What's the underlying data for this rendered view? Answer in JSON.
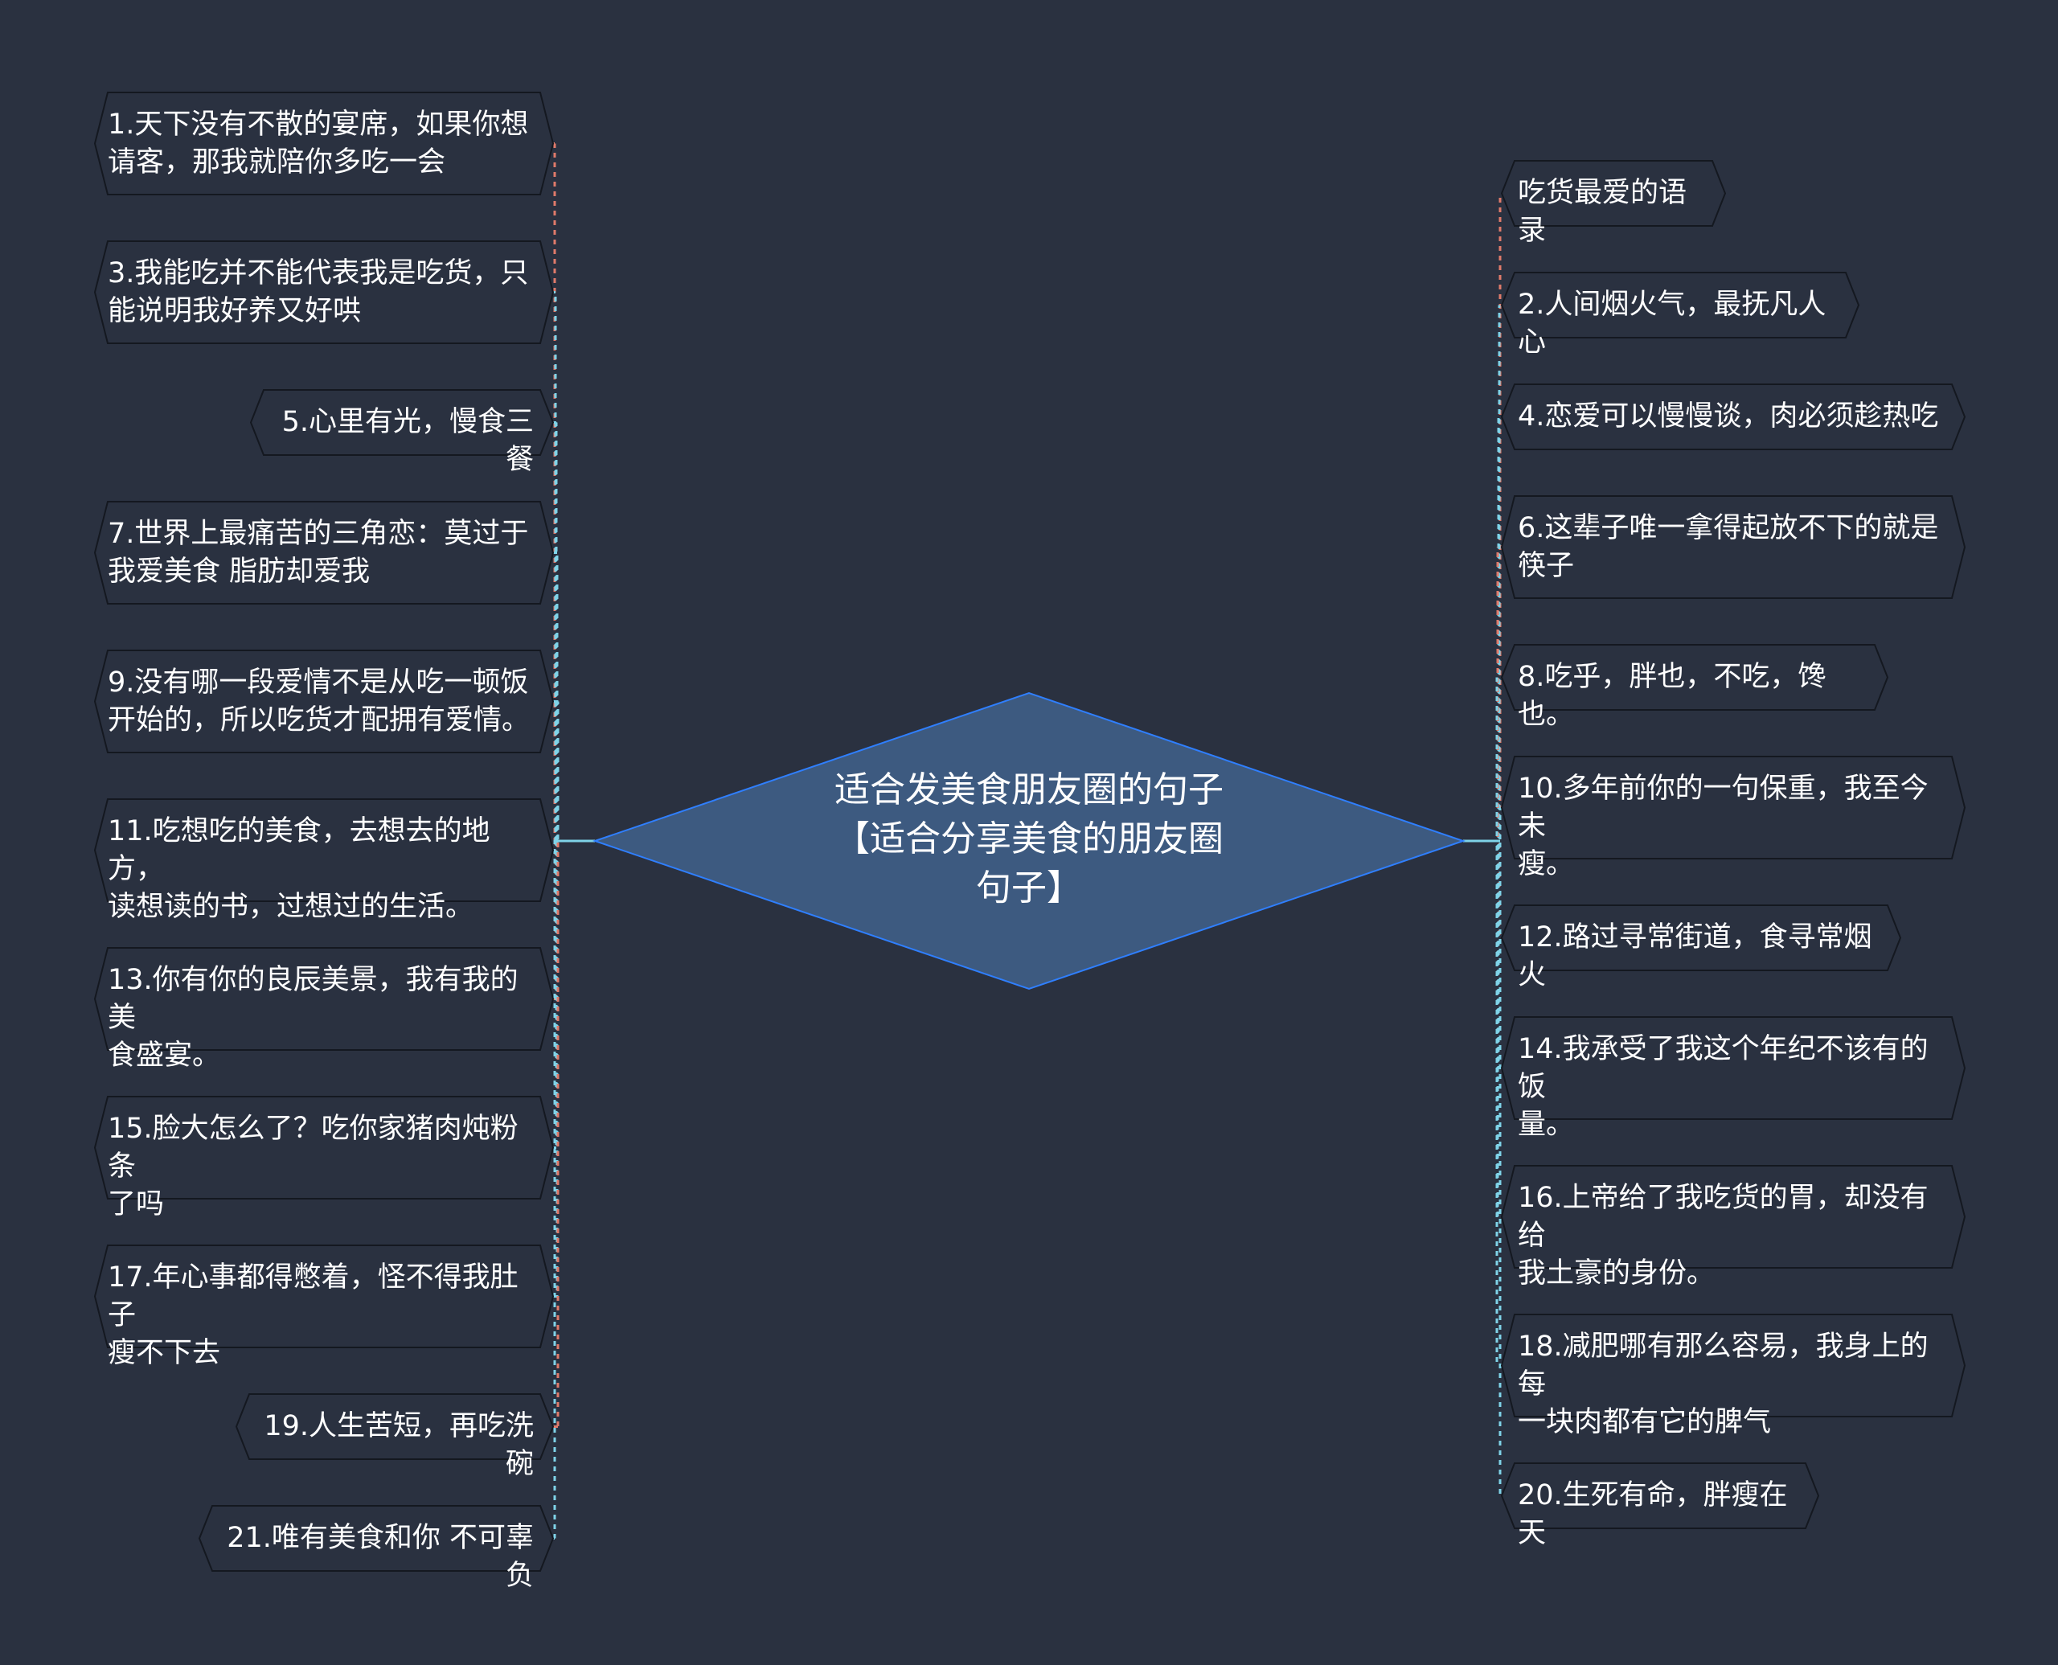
{
  "colors": {
    "background": "#2a3140",
    "center_fill": "#3d5a80",
    "center_stroke": "#2f7fff",
    "node_stroke": "#141820",
    "link_red": "#e07a6a",
    "link_cyan": "#7fd3e8"
  },
  "center": {
    "title": "适合发美食朋友圈的句子\n【适合分享美食的朋友圈\n句子】"
  },
  "left_branches": [
    {
      "text": "1.天下没有不散的宴席，如果你想\n请客，那我就陪你多吃一会",
      "link_color": "red"
    },
    {
      "text": "3.我能吃并不能代表我是吃货，只\n能说明我好养又好哄",
      "link_color": "cyan"
    },
    {
      "text": "5.心里有光，慢食三餐",
      "link_color": "cyan"
    },
    {
      "text": "7.世界上最痛苦的三角恋：莫过于\n我爱美食 脂肪却爱我",
      "link_color": "cyan"
    },
    {
      "text": "9.没有哪一段爱情不是从吃一顿饭\n开始的，所以吃货才配拥有爱情。",
      "link_color": "cyan"
    },
    {
      "text": "11.吃想吃的美食，去想去的地方，\n读想读的书，过想过的生活。",
      "link_color": "cyan"
    },
    {
      "text": "13.你有你的良辰美景，我有我的美\n食盛宴。",
      "link_color": "red"
    },
    {
      "text": "15.脸大怎么了？吃你家猪肉炖粉条\n了吗",
      "link_color": "cyan"
    },
    {
      "text": "17.年心事都得憋着，怪不得我肚子\n瘦不下去",
      "link_color": "cyan"
    },
    {
      "text": "19.人生苦短，再吃洗碗",
      "link_color": "red"
    },
    {
      "text": "21.唯有美食和你 不可辜负",
      "link_color": "cyan"
    }
  ],
  "right_branches": [
    {
      "text": "吃货最爱的语录",
      "link_color": "red"
    },
    {
      "text": "2.人间烟火气，最抚凡人心",
      "link_color": "cyan"
    },
    {
      "text": "4.恋爱可以慢慢谈，肉必须趁热吃",
      "link_color": "cyan"
    },
    {
      "text": "6.这辈子唯一拿得起放不下的就是\n筷子",
      "link_color": "red"
    },
    {
      "text": "8.吃乎，胖也，不吃，馋也。",
      "link_color": "cyan"
    },
    {
      "text": "10.多年前你的一句保重，我至今未\n瘦。",
      "link_color": "cyan"
    },
    {
      "text": "12.路过寻常街道，食寻常烟火",
      "link_color": "red"
    },
    {
      "text": "14.我承受了我这个年纪不该有的饭\n量。",
      "link_color": "cyan"
    },
    {
      "text": "16.上帝给了我吃货的胃，却没有给\n我土豪的身份。",
      "link_color": "cyan"
    },
    {
      "text": "18.减肥哪有那么容易，我身上的每\n一块肉都有它的脾气",
      "link_color": "cyan"
    },
    {
      "text": "20.生死有命，胖瘦在天",
      "link_color": "cyan"
    }
  ]
}
